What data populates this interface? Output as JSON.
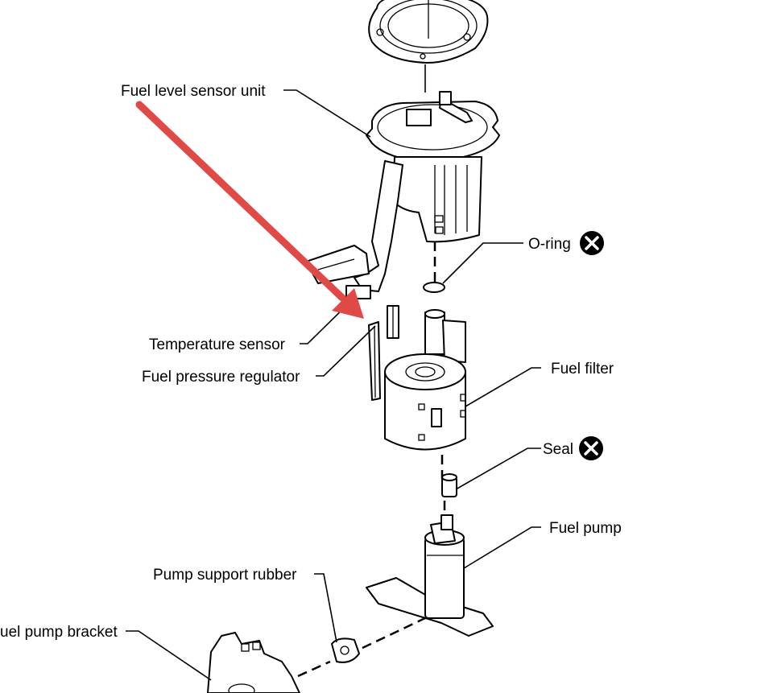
{
  "labels": {
    "fuel_level_sensor_unit": "Fuel level sensor unit",
    "o_ring": "O-ring",
    "temperature_sensor": "Temperature sensor",
    "fuel_pressure_regulator": "Fuel pressure regulator",
    "fuel_filter": "Fuel filter",
    "seal": "Seal",
    "fuel_pump": "Fuel pump",
    "pump_support_rubber": "Pump support rubber",
    "fuel_pump_bracket": "uel pump bracket"
  },
  "colors": {
    "arrow": "#e04a46",
    "line": "#000000",
    "background": "#ffffff"
  },
  "icons": {
    "do_not_reuse": "x-circle-icon"
  }
}
